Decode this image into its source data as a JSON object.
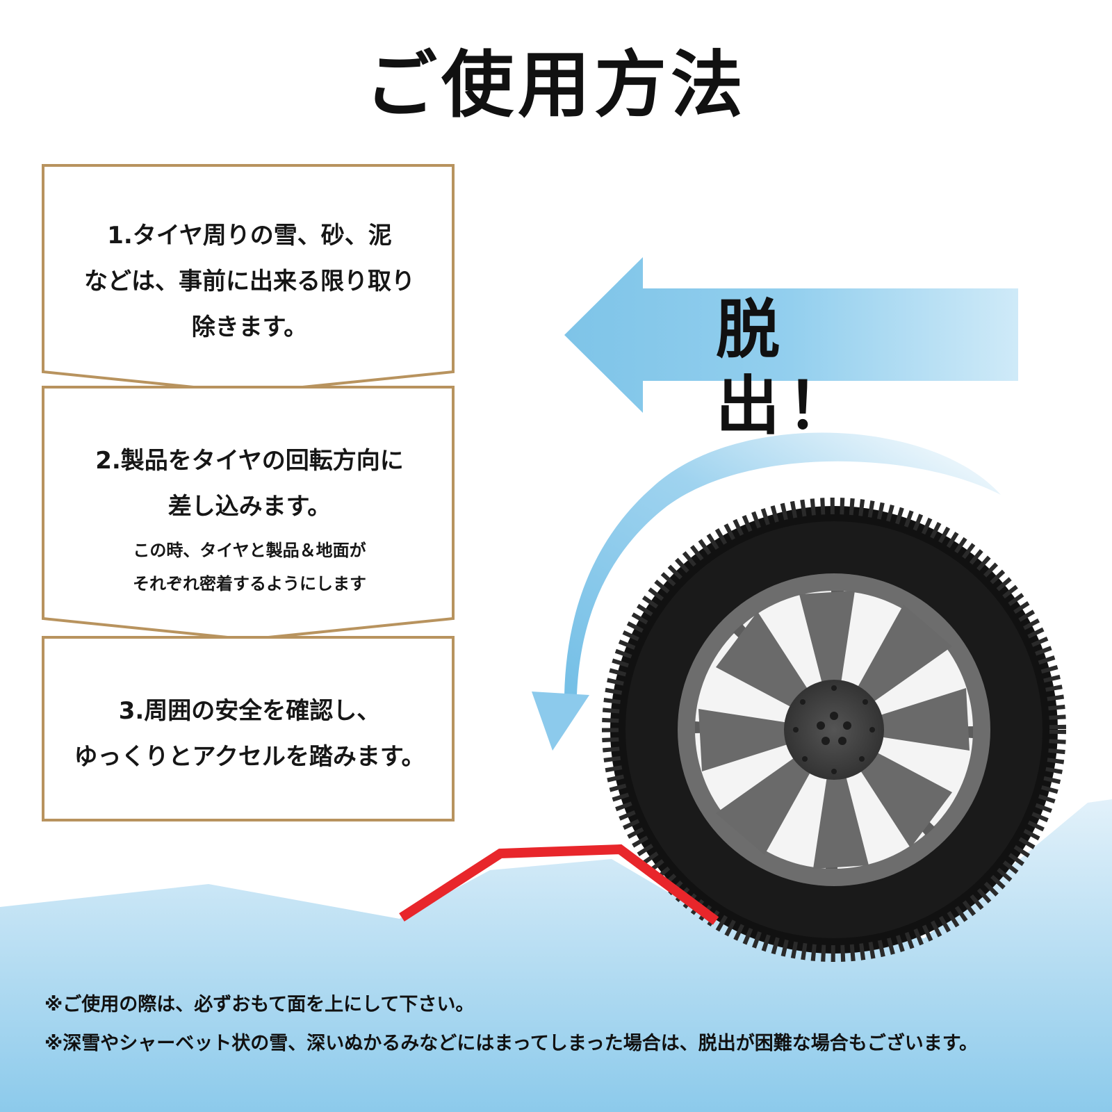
{
  "title": "ご使用方法",
  "steps": [
    {
      "lines": [
        "1.タイヤ周りの雪、砂、泥",
        "などは、事前に出来る限り取り",
        "除きます。"
      ],
      "sub_lines": []
    },
    {
      "lines": [
        "2.製品をタイヤの回転方向に",
        "差し込みます。"
      ],
      "sub_lines": [
        "この時、タイヤと製品＆地面が",
        "それぞれ密着するようにします"
      ]
    },
    {
      "lines": [
        "3.周囲の安全を確認し、",
        "ゆっくりとアクセルを踏みます。"
      ],
      "sub_lines": []
    }
  ],
  "arrow_label": "脱出！",
  "notes": [
    "※ご使用の際は、必ずおもて面を上にして下さい。",
    "※深雪やシャーベット状の雪、深いぬかるみなどにはまってしまった場合は、脱出が困難な場合もございます。"
  ],
  "colors": {
    "frame": "#b8935e",
    "snow_top": "#dceef9",
    "snow_bottom": "#8cc9ea",
    "arrow": "#8fcdee",
    "mat": "#e8262b",
    "tire": "#1c1c1c",
    "wheel": "#5a5a5a"
  },
  "icons": [
    "escape-arrow-icon",
    "rotation-arrow-icon",
    "tire-icon",
    "traction-mat-icon",
    "snow-ground-icon"
  ]
}
